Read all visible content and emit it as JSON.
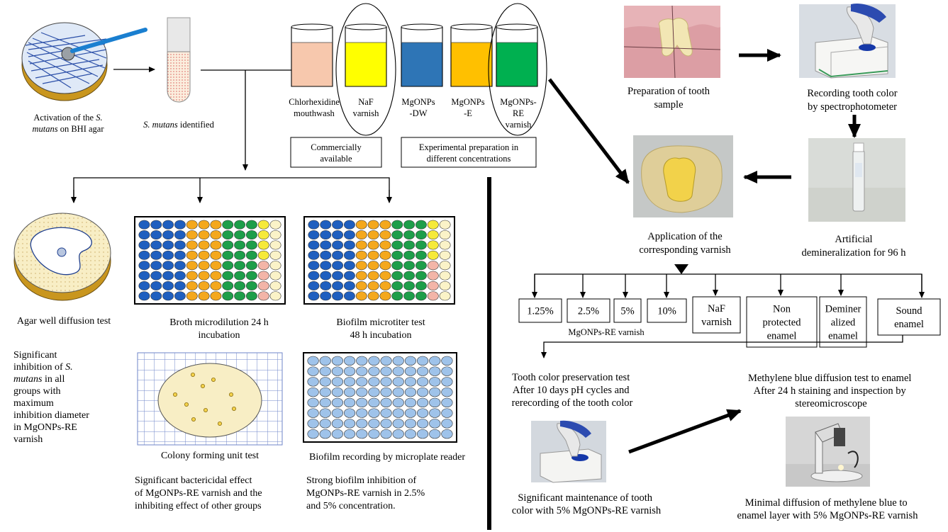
{
  "microbiology": {
    "activation_caption": [
      "Activation of the ",
      "S.",
      "mutans",
      " on BHI agar"
    ],
    "identified_caption": [
      "S. mutans",
      " identified"
    ],
    "beakers": [
      {
        "label": [
          "Chlorhexidine",
          "mouthwash"
        ],
        "color": "#f7c8ad"
      },
      {
        "label": [
          "NaF",
          "varnish"
        ],
        "color": "#ffff00"
      },
      {
        "label": [
          "MgONPs",
          "-DW"
        ],
        "color": "#2e75b6"
      },
      {
        "label": [
          "MgONPs",
          "-E"
        ],
        "color": "#ffc000"
      },
      {
        "label": [
          "MgONPs-",
          "RE",
          "varnish"
        ],
        "color": "#00b050"
      }
    ],
    "commercial_box": [
      "Commercially",
      "available"
    ],
    "experimental_box": [
      "Experimental preparation in",
      "different concentrations"
    ],
    "agar_caption": "Agar well diffusion test",
    "agar_result": [
      "Significant",
      "inhibition of ",
      "S.",
      "mutans",
      " in all",
      "groups with",
      "maximum",
      "inhibition diameter",
      "in MgONPs-RE",
      "varnish"
    ],
    "broth_caption": [
      "Broth microdilution 24 h",
      "incubation"
    ],
    "biofilm_caption": [
      "Biofilm microtiter test",
      "48 h incubation"
    ],
    "cfu_caption": "Colony forming unit test",
    "cfu_result": [
      "Significant bactericidal effect",
      "of MgONPs-RE varnish and the",
      "inhibiting effect of other groups"
    ],
    "reader_caption": "Biofilm recording by microplate reader",
    "reader_result": [
      "Strong biofilm inhibition of",
      "MgONPs-RE varnish in 2.5%",
      "and 5% concentration."
    ]
  },
  "tooth": {
    "prep_caption": [
      "Preparation of tooth",
      "sample"
    ],
    "record_caption": [
      "Recording tooth color",
      "by spectrophotometer"
    ],
    "demin_caption": [
      "Artificial",
      "demineralization for 96 h"
    ],
    "apply_caption": [
      "Application of the",
      "corresponding varnish"
    ],
    "groups": [
      {
        "label": [
          "1.25%"
        ]
      },
      {
        "label": [
          "2.5%"
        ]
      },
      {
        "label": [
          "5%"
        ]
      },
      {
        "label": [
          "10%"
        ]
      },
      {
        "label": [
          "NaF",
          "varnish"
        ]
      },
      {
        "label": [
          "Non",
          "protected",
          "enamel"
        ]
      },
      {
        "label": [
          "Deminer",
          "alized",
          "enamel"
        ]
      },
      {
        "label": [
          "Sound",
          "enamel"
        ]
      }
    ],
    "varnish_group_label": "MgONPs-RE varnish",
    "color_test_caption": [
      "Tooth color preservation test",
      "After 10 days pH cycles and",
      "rerecording of the tooth color"
    ],
    "color_result": [
      "Significant maintenance of tooth",
      "color with 5% MgONPs-RE varnish"
    ],
    "blue_test_caption": [
      "Methylene blue diffusion test to enamel",
      "After 24 h staining and inspection by",
      "stereomicroscope"
    ],
    "blue_result": [
      "Minimal diffusion of methylene blue to",
      "enamel layer with 5% MgONPs-RE varnish"
    ]
  },
  "colors": {
    "plate_blue": "#1f5fbf",
    "plate_orange": "#f4a81d",
    "plate_green": "#1e9e4a",
    "plate_yellow": "#f6ea3a",
    "plate_pink": "#f3b5a8",
    "plate_cream": "#fbf3c8",
    "agar_gold": "#c9961e",
    "agar_cream": "#f8eec5",
    "reader_well": "#9fc3ea"
  }
}
